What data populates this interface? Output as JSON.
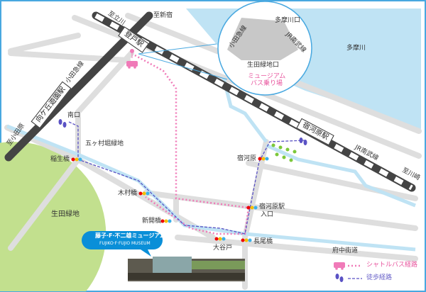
{
  "colors": {
    "river": "#bfe3f4",
    "road": "#dedede",
    "park": "#c2e08e",
    "rail": "#444444",
    "shuttle": "#f07ab8",
    "walk": "#5a52c4",
    "frame": "#48a8e0",
    "logo": "#0a8fd8"
  },
  "labels": {
    "to_tachikawa": "至立川",
    "to_shinjuku": "至新宿",
    "noborito_station": "登戸駅",
    "odakyu_line": "小田急線",
    "mukogaoka_station": "向ケ丘遊園駅",
    "south_exit": "南口",
    "to_odawara": "至小田原",
    "gokamura_park": "五ヶ村堀緑地",
    "inou_bridge": "稲生橋",
    "ikuta_park": "生田緑地",
    "kimura_bridge": "木村橋",
    "shinkai_bridge": "新開橋",
    "oyato": "大谷戸",
    "nagao_bridge": "長尾橋",
    "shukugawara_entrance_1": "宿河原駅",
    "shukugawara_entrance_2": "入口",
    "shukugawara": "宿河原",
    "shukugawara_station": "宿河原駅",
    "jr_nambu_line": "JR南武線",
    "to_kawasaki": "至川崎",
    "fuchu_kaido": "府中街道",
    "tama_river": "多摩川"
  },
  "inset": {
    "odakyu_line": "小田急線",
    "tamagawa_exit": "多摩川口",
    "jr_nambu_line": "JR南武線",
    "ikuta_exit": "生田緑地口",
    "bus_stop_1": "ミュージアム",
    "bus_stop_2": "バス乗り場"
  },
  "logo": {
    "text": "藤子·F·不二雄ミュージアム",
    "sub": "FUJIKO·F·FUJIO MUSEUM"
  },
  "legend": {
    "shuttle": "シャトルバス経路",
    "walk": "徒歩経路",
    "shuttle_icon": "bus-icon",
    "walk_icon": "footprints-icon"
  }
}
